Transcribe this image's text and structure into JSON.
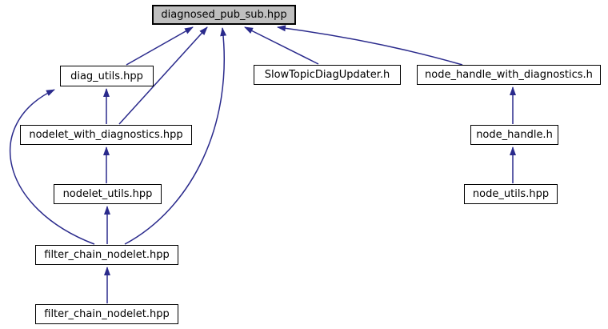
{
  "diagram": {
    "type": "include-dependency-graph",
    "colors": {
      "background": "#ffffff",
      "node_fill": "#ffffff",
      "node_border": "#000000",
      "highlighted_node_fill": "#bfbfbf",
      "edge": "#2a2a8c",
      "text": "#000000"
    },
    "nodes": [
      {
        "id": "diagnosed_pub_sub_hpp",
        "label": "diagnosed_pub_sub.hpp",
        "highlighted": true
      },
      {
        "id": "diag_utils_hpp",
        "label": "diag_utils.hpp",
        "highlighted": false
      },
      {
        "id": "slow_topic_diag_updater_h",
        "label": "SlowTopicDiagUpdater.h",
        "highlighted": false
      },
      {
        "id": "node_handle_with_diagnostics_h",
        "label": "node_handle_with_diagnostics.h",
        "highlighted": false
      },
      {
        "id": "nodelet_with_diagnostics_hpp",
        "label": "nodelet_with_diagnostics.hpp",
        "highlighted": false
      },
      {
        "id": "node_handle_h",
        "label": "node_handle.h",
        "highlighted": false
      },
      {
        "id": "nodelet_utils_hpp",
        "label": "nodelet_utils.hpp",
        "highlighted": false
      },
      {
        "id": "node_utils_hpp",
        "label": "node_utils.hpp",
        "highlighted": false
      },
      {
        "id": "filter_chain_nodelet_hpp",
        "label": "filter_chain_nodelet.hpp",
        "highlighted": false
      },
      {
        "id": "filter_chain_nodelet_hpp_2",
        "label": "filter_chain_nodelet.hpp",
        "highlighted": false
      }
    ],
    "edges": [
      {
        "from": "diag_utils_hpp",
        "to": "diagnosed_pub_sub_hpp"
      },
      {
        "from": "nodelet_with_diagnostics_hpp",
        "to": "diagnosed_pub_sub_hpp"
      },
      {
        "from": "filter_chain_nodelet_hpp",
        "to": "diagnosed_pub_sub_hpp"
      },
      {
        "from": "slow_topic_diag_updater_h",
        "to": "diagnosed_pub_sub_hpp"
      },
      {
        "from": "node_handle_with_diagnostics_h",
        "to": "diagnosed_pub_sub_hpp"
      },
      {
        "from": "nodelet_with_diagnostics_hpp",
        "to": "diag_utils_hpp"
      },
      {
        "from": "filter_chain_nodelet_hpp",
        "to": "diag_utils_hpp"
      },
      {
        "from": "nodelet_utils_hpp",
        "to": "nodelet_with_diagnostics_hpp"
      },
      {
        "from": "filter_chain_nodelet_hpp",
        "to": "nodelet_utils_hpp"
      },
      {
        "from": "filter_chain_nodelet_hpp_2",
        "to": "filter_chain_nodelet_hpp"
      },
      {
        "from": "node_handle_h",
        "to": "node_handle_with_diagnostics_h"
      },
      {
        "from": "node_utils_hpp",
        "to": "node_handle_h"
      }
    ]
  }
}
